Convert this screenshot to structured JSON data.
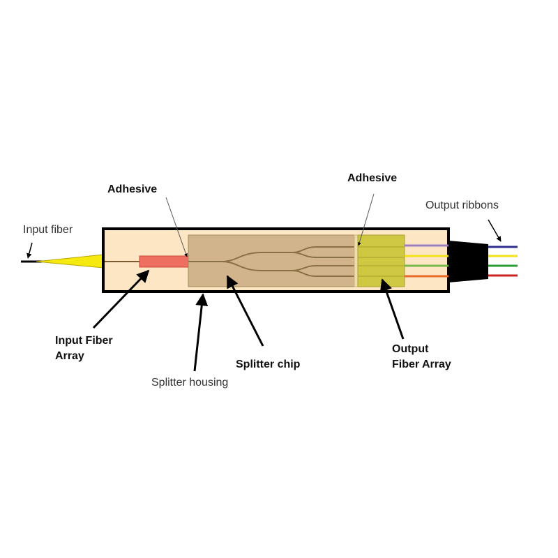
{
  "labels": {
    "input_fiber": "Input fiber",
    "adhesive_left": "Adhesive",
    "adhesive_right": "Adhesive",
    "output_ribbons": "Output ribbons",
    "input_fiber_array_line1": "Input Fiber",
    "input_fiber_array_line2": "Array",
    "splitter_chip": "Splitter chip",
    "splitter_housing": "Splitter housing",
    "output_fiber_array_line1": "Output",
    "output_fiber_array_line2": "Fiber Array"
  },
  "colors": {
    "housing_fill": "#fde6c3",
    "housing_border": "#000000",
    "chip_fill": "#d2b48c",
    "chip_border": "#a08a5a",
    "input_array_fill": "#ee6f5f",
    "output_array_fill": "#cfc842",
    "adhesive_strip": "#eeddb0",
    "input_ferrule": "#f5e90f",
    "boot": "#000000",
    "waveguide": "#8a7045",
    "ribbon_colors": [
      "#2e2e8c",
      "#f2e21a",
      "#2a9d33",
      "#cc2222"
    ],
    "inner_ribbon_colors": [
      "#9b7fc0",
      "#f2e21a",
      "#7ab84a",
      "#e96a2a"
    ]
  }
}
